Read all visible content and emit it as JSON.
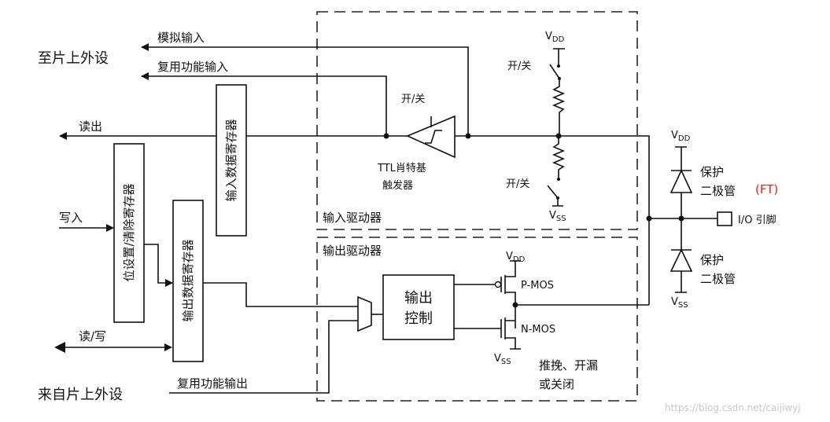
{
  "left": {
    "to_peripheral": "至片上外设",
    "from_peripheral": "来自片上外设",
    "analog_input": "模拟输入",
    "alt_func_input": "复用功能输入",
    "read_out": "读出",
    "write_in": "写入",
    "read_write": "读/写",
    "alt_func_output": "复用功能输出"
  },
  "registers": {
    "input_data": "输入数据寄存器",
    "bit_set_reset": "位设置/清除寄存器",
    "output_data": "输出数据寄存器"
  },
  "input_driver": {
    "label": "输入驱动器",
    "schmitt_switch": "开/关",
    "schmitt_line1": "TTL肖特基",
    "schmitt_line2": "触发器",
    "pullup_switch": "开/关",
    "pulldown_switch": "开/关",
    "vdd": "V",
    "vdd_sub": "DD",
    "vss": "V",
    "vss_sub": "SS"
  },
  "output_driver": {
    "label": "输出驱动器",
    "control_line1": "输出",
    "control_line2": "控制",
    "pmos": "P-MOS",
    "nmos": "N-MOS",
    "mode_line1": "推挽、开漏",
    "mode_line2": "或关闭",
    "vdd": "V",
    "vdd_sub": "DD",
    "vss": "V",
    "vss_sub": "SS"
  },
  "protection": {
    "diode_line1": "保护",
    "diode_line2": "二极管",
    "ft": "(FT)",
    "ft_color": "#e8231c",
    "vdd": "V",
    "vdd_sub": "DD",
    "vss": "V",
    "vss_sub": "SS",
    "pin_label": "I/O 引脚"
  },
  "watermark": "https://blog.csdn.net/caijiwyj"
}
